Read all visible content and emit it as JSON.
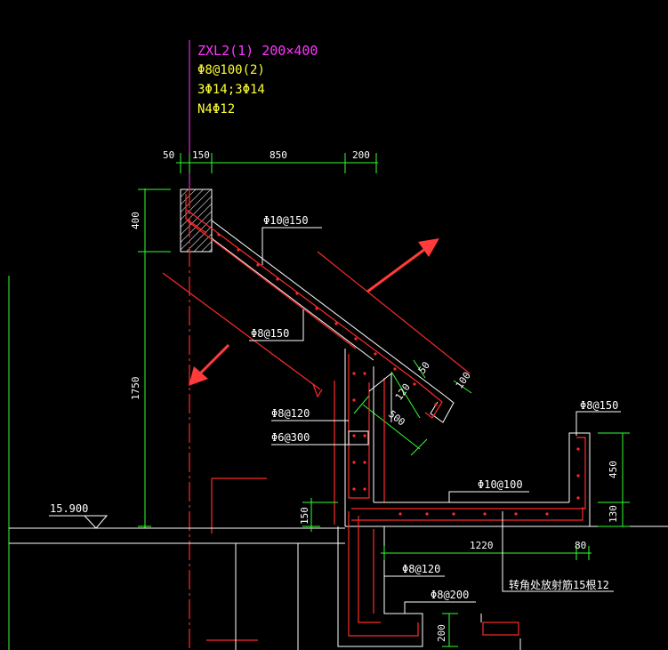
{
  "beam_label": {
    "line1": "ZXL2(1) 200×400",
    "line2": "Φ8@100(2)",
    "line3": "3Φ14;3Φ14",
    "line4": "N4Φ12"
  },
  "dimensions": {
    "top_50": "50",
    "top_150": "150",
    "top_850": "850",
    "top_200": "200",
    "left_400": "400",
    "left_1750": "1750",
    "slab_150": "150",
    "right_450": "450",
    "right_130": "130",
    "span_1220": "1220",
    "span_80": "80",
    "bottom_200": "200",
    "slope_500": "500",
    "slope_120": "120",
    "slope_50": "50",
    "slope_100": "100"
  },
  "rebar_labels": {
    "phi10_150": "Φ10@150",
    "phi8_150_left": "Φ8@150",
    "phi8_120_upper": "Φ8@120",
    "phi6_300": "Φ6@300",
    "phi10_100": "Φ10@100",
    "phi8_150_right": "Φ8@150",
    "phi8_120_lower": "Φ8@120",
    "phi8_200": "Φ8@200",
    "corner_note": "转角处放射筋15根12"
  },
  "elevation": {
    "value": "15.900"
  },
  "colors": {
    "background": "#000000",
    "outline": "#ffffff",
    "rebar": "#ff2a2a",
    "dimension": "#33ff33",
    "beam_label": "#ff33ff",
    "beam_text": "#ffff33",
    "arrow": "#ff3b3b"
  }
}
